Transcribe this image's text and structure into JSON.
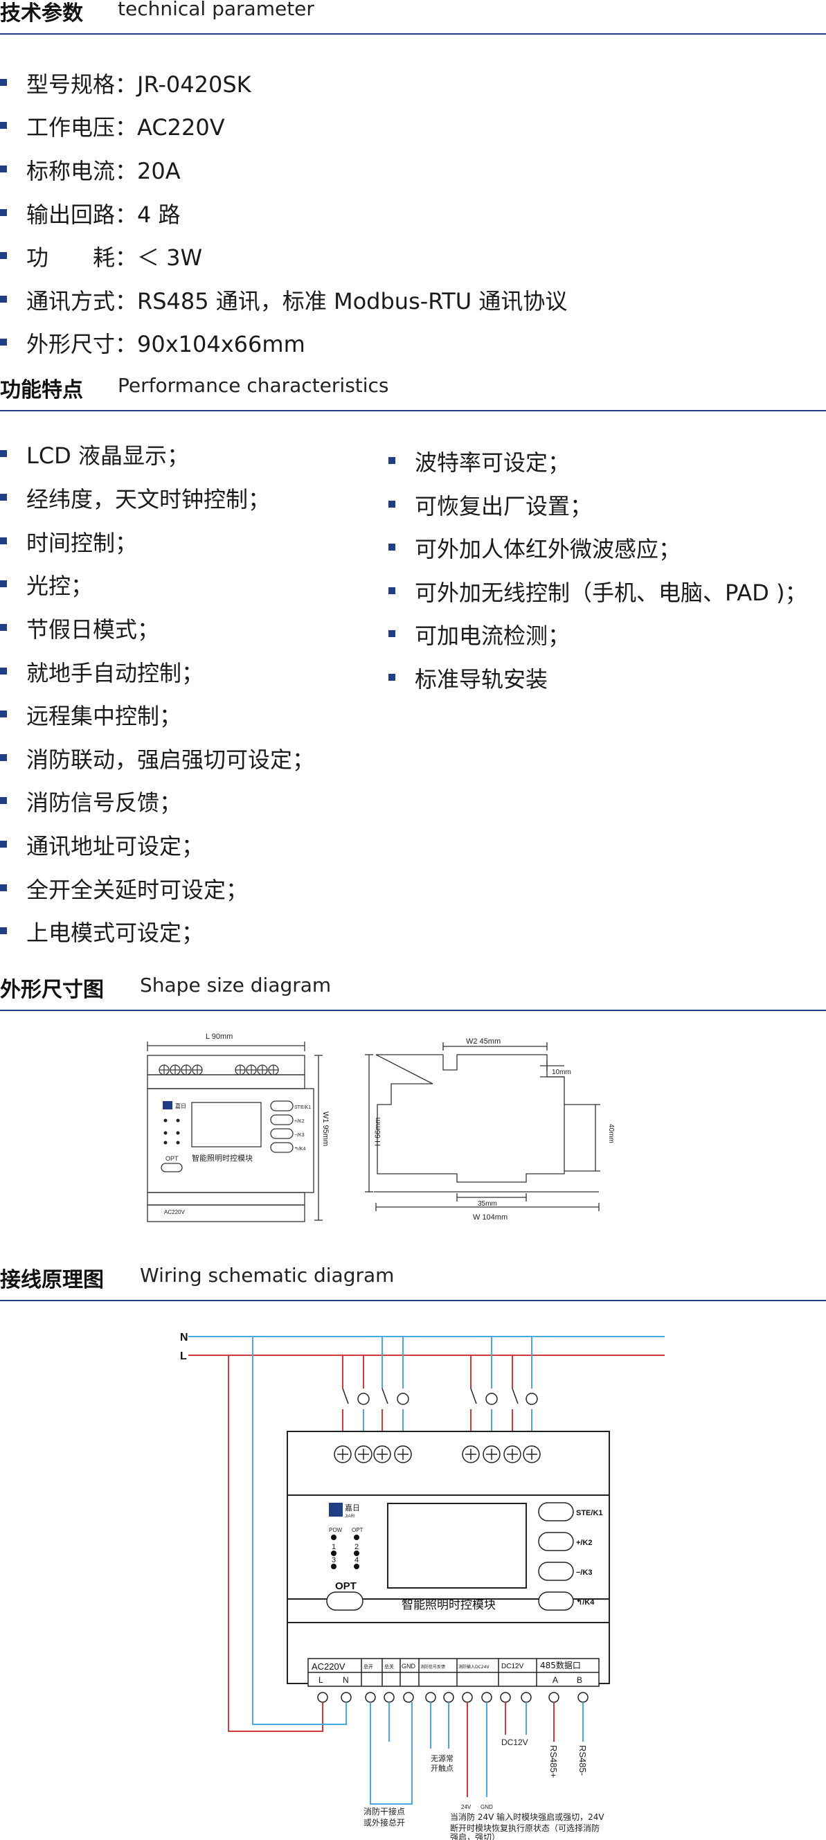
{
  "tech": {
    "title_cn": "技术参数",
    "title_en": "technical parameter",
    "items": [
      "型号规格：JR-0420SK",
      "工作电压：AC220V",
      "标称电流：20A",
      "输出回路：4 路",
      "功　　耗：＜ 3W",
      "通讯方式：RS485 通讯，标准 Modbus-RTU 通讯协议",
      "外形尺寸：90x104x66mm"
    ]
  },
  "features": {
    "title_cn": "功能特点",
    "title_en": "Performance  characteristics",
    "left": [
      "LCD 液晶显示；",
      "经纬度，天文时钟控制；",
      "时间控制；",
      "光控；",
      "节假日模式；",
      "就地手自动控制；",
      "远程集中控制；",
      "消防联动，强启强切可设定；",
      "消防信号反馈；",
      "通讯地址可设定；",
      "全开全关延时可设定；",
      "上电模式可设定；"
    ],
    "right": [
      "波特率可设定；",
      "可恢复出厂设置；",
      "可外加人体红外微波感应；",
      "可外加无线控制（手机、电脑、PAD )；",
      "可加电流检测；",
      "标准导轨安装"
    ]
  },
  "shape": {
    "title_cn": "外形尺寸图",
    "title_en": "Shape size diagram",
    "front": {
      "width_label": "L  90mm",
      "height_label": "W1  95mm",
      "brand": "嘉日",
      "module_name": "智能照明时控模块",
      "opt_label": "OPT",
      "keys": [
        "STE/K1",
        "+/K2",
        "−/K3",
        "↰/K4"
      ],
      "terminal_label": "AC220V"
    },
    "side": {
      "w2_label": "W2  45mm",
      "h_label": "H  66mm",
      "w_label": "W    104mm",
      "d10_label": "10mm",
      "d40_label": "40mm",
      "d35_label": "35mm"
    }
  },
  "wiring": {
    "title_cn": "接线原理图",
    "title_en": "Wiring schematic diagram",
    "line_n": "N",
    "line_l": "L",
    "brand": "嘉日",
    "brand_sub": "JIARI",
    "pow": "POW",
    "opt": "OPT",
    "opt_button": "OPT",
    "leds": [
      "1",
      "2",
      "3",
      "4"
    ],
    "keys": [
      "STE/K1",
      "+/K2",
      "−/K3",
      "↰/K4"
    ],
    "module_name": "智能照明时控模块",
    "terminals": {
      "ac": "AC220V",
      "l": "L",
      "n": "N",
      "allon": "总开",
      "alloff": "总关",
      "gnd": "GND",
      "feedback": "消防信号反馈",
      "fire_in": "消防输入DC24V",
      "dc12": "DC12V",
      "rs485": "485数据口",
      "a": "A",
      "b": "B"
    },
    "notes": {
      "dry": "消防干接点\n或外接总开",
      "no_source": "无源常\n开触点",
      "v24": "24V",
      "gnd": "GND",
      "dc12v": "DC12V",
      "rs485p": "RS485+",
      "rs485n": "RS485-",
      "fire_text": "当消防 24V 输入时模块强启或强切，24V\n断开时模块恢复执行原状态（可选择消防\n强启，强切）"
    },
    "colors": {
      "n_line": "#4aa8e0",
      "l_line": "#d0383a",
      "accent": "#1f3e86"
    }
  }
}
